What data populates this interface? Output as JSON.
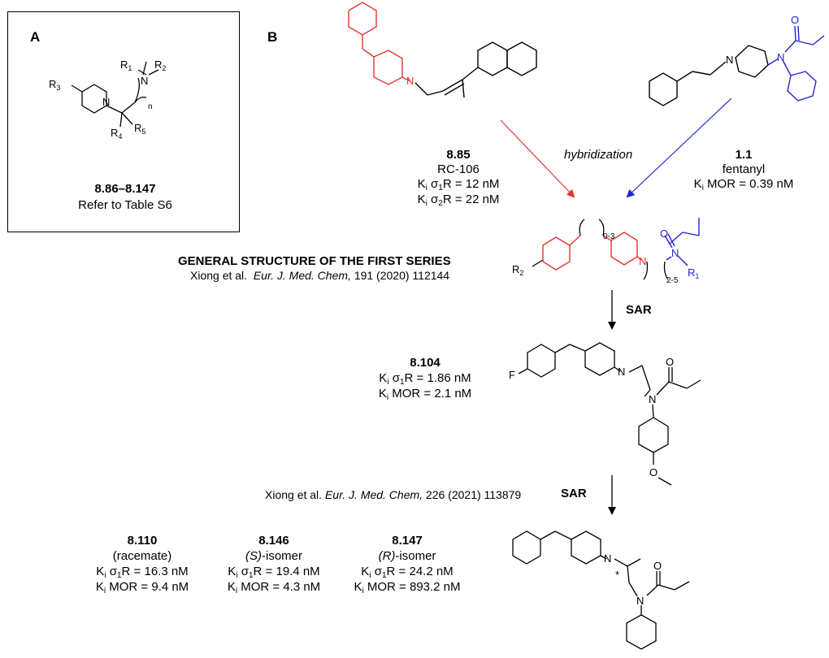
{
  "panel_a": {
    "letter": "A",
    "compound_range": "8.86–8.147",
    "note": "Refer to Table S6",
    "labels": {
      "r1": "R1",
      "r2": "R2",
      "r3": "R3",
      "r4": "R4",
      "r5": "R5",
      "n_atom": "N",
      "n_ring": "N",
      "n_sub": "n"
    }
  },
  "panel_b": {
    "letter": "B",
    "rc106": {
      "id": "8.85",
      "name": "RC-106",
      "k1_pre": "K",
      "k1_sub": "i",
      "k1_sigma": " σ",
      "k1_sigma_sub": "1",
      "k1_rest": "R = 12 nM",
      "k2_pre": "K",
      "k2_sub": "i",
      "k2_sigma": " σ",
      "k2_sigma_sub": "2",
      "k2_rest": "R = 22 nM"
    },
    "fentanyl": {
      "id": "1.1",
      "name": "fentanyl",
      "k_pre": "K",
      "k_sub": "i",
      "k_rest": " MOR = 0.39 nM"
    },
    "hybridization": "hybridization",
    "general": {
      "title": "GENERAL STRUCTURE OF THE FIRST SERIES",
      "ref_author": "Xiong et al.",
      "ref_journal": "Eur. J. Med. Chem,",
      "ref_detail": "191 (2020) 112144",
      "labels": {
        "r2": "R2",
        "r1": "R1",
        "o": "O",
        "n_ring": "N",
        "n_amide": "N",
        "range1": "0-3",
        "range2": "2-5"
      }
    },
    "sar1": "SAR",
    "c8104": {
      "id": "8.104",
      "k1_pre": "K",
      "k1_sub": "i",
      "k1_sigma": " σ",
      "k1_sigma_sub": "1",
      "k1_rest": "R = 1.86 nM",
      "k2_pre": "K",
      "k2_sub": "i",
      "k2_rest": " MOR = 2.1 nM"
    },
    "ref2": {
      "author": "Xiong et al.",
      "journal": "Eur. J. Med. Chem,",
      "detail": "226 (2021) 113879"
    },
    "sar2": "SAR",
    "c8110": {
      "id": "8.110",
      "desc": "(racemate)",
      "k1_rest": "R = 16.3 nM",
      "k2_rest": " MOR = 9.4 nM"
    },
    "c8146": {
      "id": "8.146",
      "desc_iso": "(S)",
      "desc_rest": "-isomer",
      "k1_rest": "R = 19.4 nM",
      "k2_rest": " MOR = 4.3 nM"
    },
    "c8147": {
      "id": "8.147",
      "desc_iso": "(R)",
      "desc_rest": "-isomer",
      "k1_rest": "R = 24.2 nM",
      "k2_rest": " MOR = 893.2 nM"
    },
    "atoms": {
      "n": "N",
      "o": "O",
      "f": "F",
      "star": "*"
    },
    "colors": {
      "red": "#e8342e",
      "blue": "#2323d8",
      "black": "#000000"
    }
  }
}
